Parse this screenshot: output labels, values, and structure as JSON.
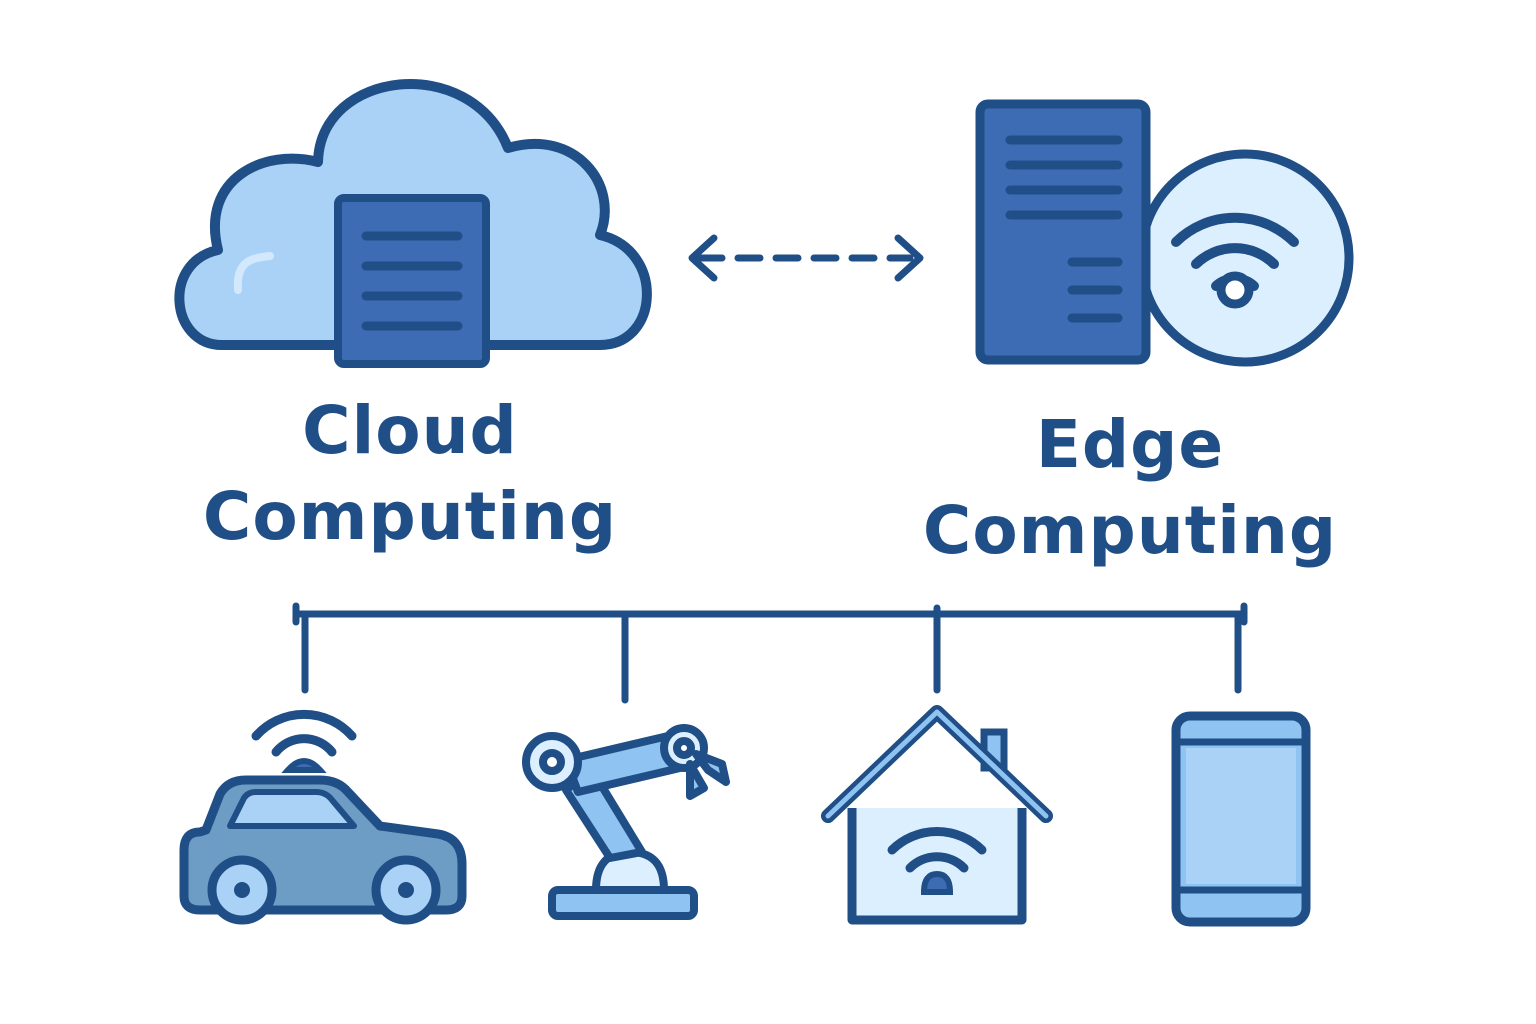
{
  "cloud": {
    "line1": "Cloud",
    "line2": "Computing",
    "icon": "cloud-server-icon"
  },
  "edge": {
    "line1": "Edge",
    "line2": "Computing",
    "icon": "edge-server-wifi-icon"
  },
  "connector": {
    "icon": "bidirectional-dashed-arrow-icon"
  },
  "devices": [
    {
      "icon": "connected-car-icon"
    },
    {
      "icon": "robotic-arm-icon"
    },
    {
      "icon": "smart-home-icon"
    },
    {
      "icon": "smartphone-icon"
    }
  ],
  "colors": {
    "outline": "#1f4f86",
    "server_blue": "#3d6cb5",
    "cloud_fill": "#a9d2f6",
    "light_fill": "#dcefff",
    "car_fill": "#6d9dc4",
    "phone_fill": "#8fc3f2"
  }
}
